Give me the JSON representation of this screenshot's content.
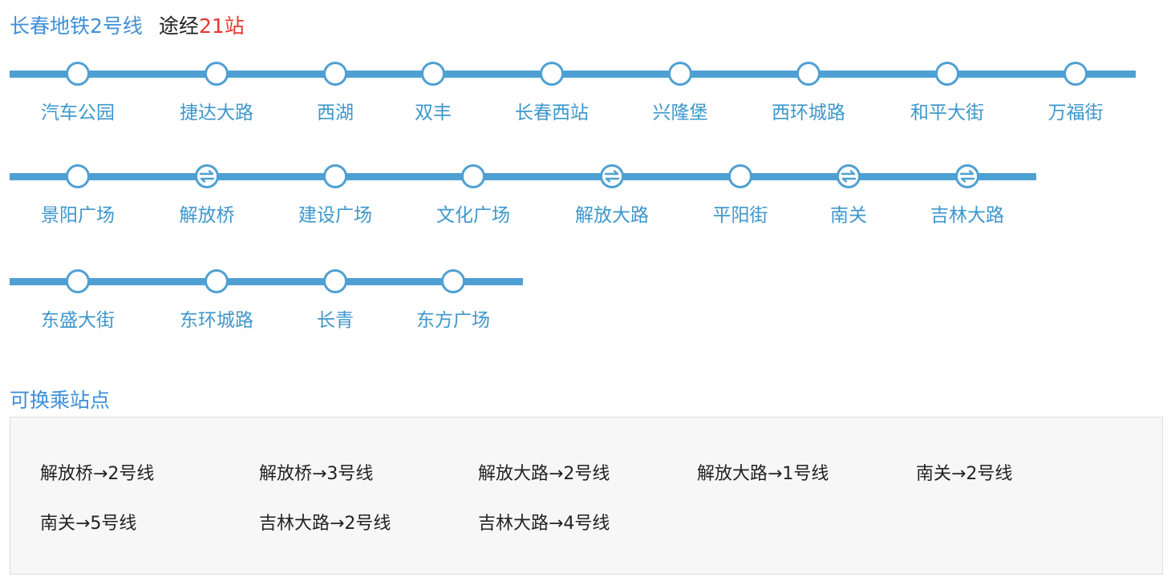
{
  "header": {
    "line_name": "长春地铁2号线",
    "via_prefix": "途经",
    "station_count": "21站"
  },
  "colors": {
    "line": "#4fa0d2",
    "title_blue": "#3f8fd8",
    "station_text": "#3d97cc",
    "count_red": "#e8382c"
  },
  "stations": [
    {
      "name": "汽车公园",
      "transfer": false
    },
    {
      "name": "捷达大路",
      "transfer": false
    },
    {
      "name": "西湖",
      "transfer": false
    },
    {
      "name": "双丰",
      "transfer": false
    },
    {
      "name": "长春西站",
      "transfer": false
    },
    {
      "name": "兴隆堡",
      "transfer": false
    },
    {
      "name": "西环城路",
      "transfer": false
    },
    {
      "name": "和平大街",
      "transfer": false
    },
    {
      "name": "万福街",
      "transfer": false
    },
    {
      "name": "景阳广场",
      "transfer": false
    },
    {
      "name": "解放桥",
      "transfer": true
    },
    {
      "name": "建设广场",
      "transfer": false
    },
    {
      "name": "文化广场",
      "transfer": false
    },
    {
      "name": "解放大路",
      "transfer": true
    },
    {
      "name": "平阳街",
      "transfer": false
    },
    {
      "name": "南关",
      "transfer": true
    },
    {
      "name": "吉林大路",
      "transfer": true
    },
    {
      "name": "东盛大街",
      "transfer": false
    },
    {
      "name": "东环城路",
      "transfer": false
    },
    {
      "name": "长青",
      "transfer": false
    },
    {
      "name": "东方广场",
      "transfer": false
    }
  ],
  "transfers": {
    "title": "可换乘站点",
    "items": [
      "解放桥→2号线",
      "解放桥→3号线",
      "解放大路→2号线",
      "解放大路→1号线",
      "南关→2号线",
      "南关→5号线",
      "吉林大路→2号线",
      "吉林大路→4号线"
    ]
  }
}
